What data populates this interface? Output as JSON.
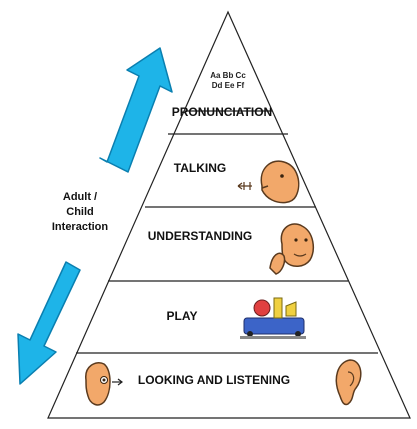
{
  "diagram": {
    "letters": {
      "line1": "Aa Bb Cc",
      "line2": "Dd Ee Ff"
    },
    "tiers": [
      {
        "label": "PRONUNCIATION"
      },
      {
        "label": "TALKING"
      },
      {
        "label": "UNDERSTANDING"
      },
      {
        "label": "PLAY"
      },
      {
        "label": "LOOKING AND LISTENING"
      }
    ],
    "side_label": {
      "line1": "Adult /",
      "line2": "Child",
      "line3": "Interaction"
    },
    "colors": {
      "arrow_fill": "#1eb4e8",
      "arrow_stroke": "#0a7fb0",
      "face_fill": "#f2a86a",
      "face_stroke": "#5a3a1e",
      "outline": "#222222"
    },
    "icons": {
      "talking": "talking-face-icon",
      "understanding": "thinking-face-icon",
      "play": "toys-icon",
      "looking": "eye-face-icon",
      "listening": "ear-icon"
    }
  }
}
